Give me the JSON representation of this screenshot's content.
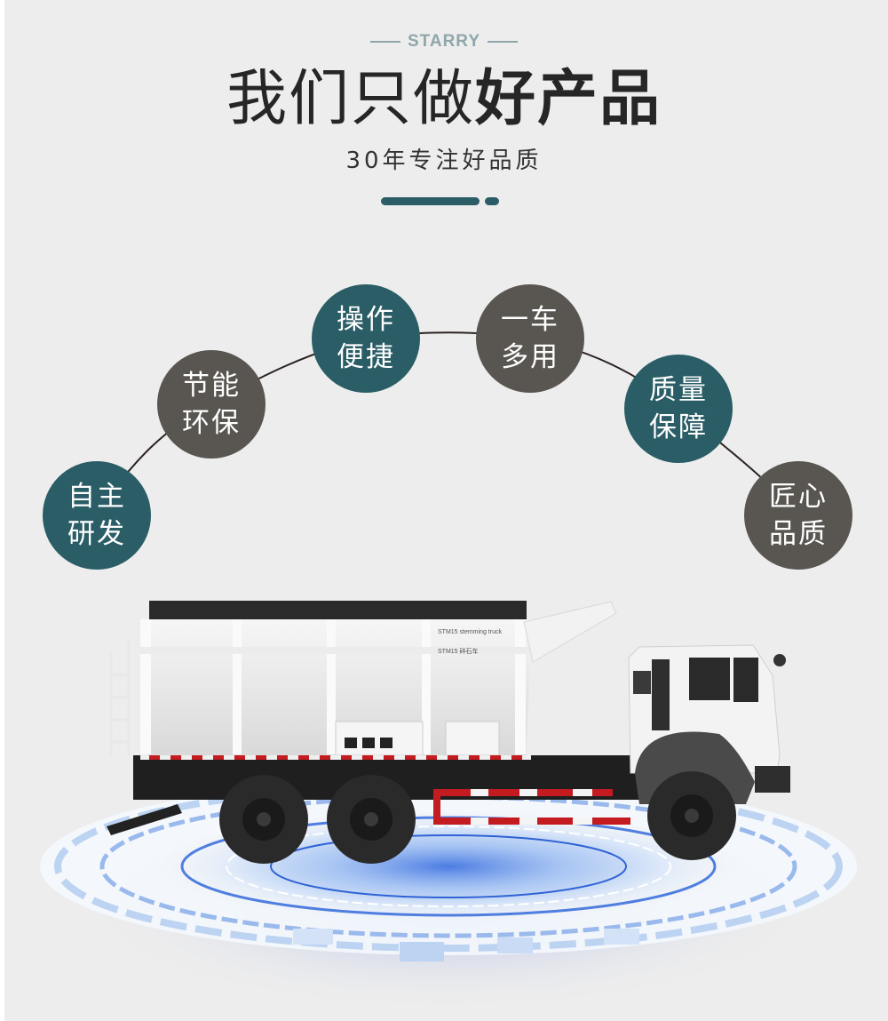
{
  "header": {
    "brand": "STARRY",
    "title_light": "我们只做",
    "title_bold": "好产品",
    "subtitle": "30年专注好品质"
  },
  "colors": {
    "background": "#ededed",
    "teal": "#2a5d66",
    "gray": "#595652",
    "brand_text": "#8fa6ab",
    "title_text": "#262626"
  },
  "features": [
    {
      "line1": "自主",
      "line2": "研发",
      "color": "teal"
    },
    {
      "line1": "节能",
      "line2": "环保",
      "color": "gray"
    },
    {
      "line1": "操作",
      "line2": "便捷",
      "color": "teal"
    },
    {
      "line1": "一车",
      "line2": "多用",
      "color": "gray"
    },
    {
      "line1": "质量",
      "line2": "保障",
      "color": "teal"
    },
    {
      "line1": "匠心",
      "line2": "品质",
      "color": "gray"
    }
  ],
  "truck": {
    "label_en": "STM15 stemming truck",
    "label_cn": "STM15 碎石车"
  }
}
